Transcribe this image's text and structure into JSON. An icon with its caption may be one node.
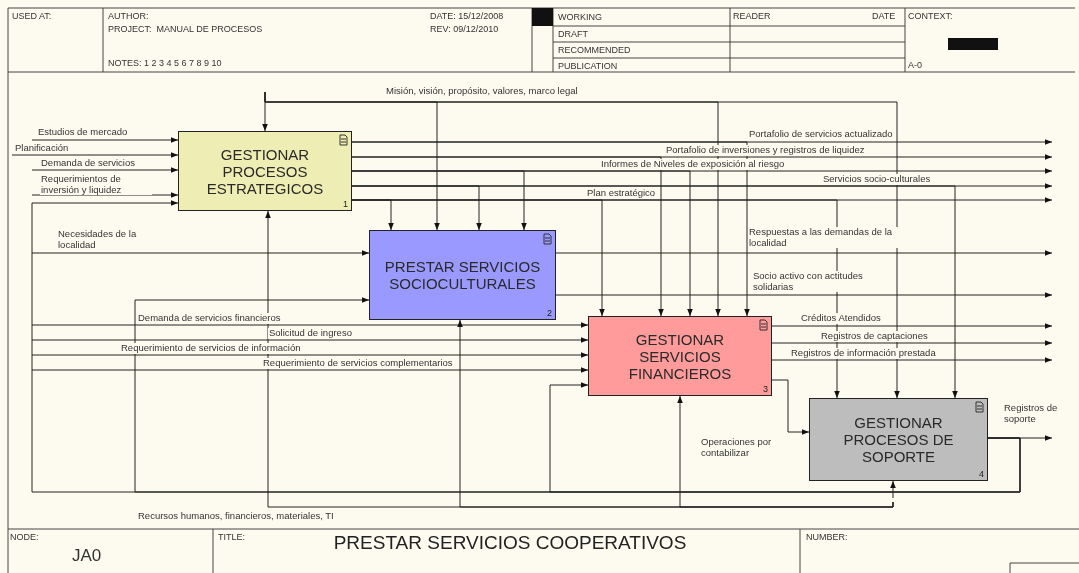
{
  "diagram": {
    "title": "PRESTAR SERVICIOS COOPERATIVOS",
    "nodes": [
      {
        "text": [
          "GESTIONAR PROCESOS ESTRATEGICOS",
          "1"
        ]
      },
      {
        "text": [
          "PRESTAR SERVICIOS SOCIOCULTURALES",
          "2"
        ]
      },
      {
        "text": [
          "GESTIONAR SERVICIOS FINANCIEROS",
          "3"
        ]
      },
      {
        "text": [
          "GESTIONAR PROCESOS DE SOPORTE",
          "4"
        ]
      }
    ],
    "edges": [
      {
        "from": null,
        "to": 0,
        "arrow": "to"
      },
      {
        "from": null,
        "to": 1,
        "arrow": "to",
        "label": "Misión, visión, propósito, valores, marco legal"
      },
      {
        "from": null,
        "to": 2,
        "arrow": "to"
      },
      {
        "from": null,
        "to": 3,
        "arrow": "to"
      },
      {
        "from": null,
        "to": 0,
        "arrow": "to",
        "label": "Estudios de mercado"
      },
      {
        "from": null,
        "to": 0,
        "arrow": "to",
        "label": "Planificación"
      },
      {
        "from": null,
        "to": 0,
        "arrow": "to",
        "label": "Demanda de servicios"
      },
      {
        "from": null,
        "to": 0,
        "arrow": "to",
        "label": "Requerimientos de inversión y liquidez"
      },
      {
        "from": 0,
        "to": null,
        "arrow": "to",
        "label": "Portafolio de servicios actualizado"
      },
      {
        "from": 0,
        "to": 2,
        "arrow": "to"
      },
      {
        "from": 0,
        "to": null,
        "arrow": "to",
        "label": "Portafolio de inversiones y registros de liquidez"
      },
      {
        "from": 0,
        "to": 2,
        "arrow": "to"
      },
      {
        "from": 0,
        "to": null,
        "arrow": "to",
        "label": "Informes de Niveles de exposición al riesgo"
      },
      {
        "from": 0,
        "to": 1,
        "arrow": "to"
      },
      {
        "from": 0,
        "to": 2,
        "arrow": "to"
      },
      {
        "from": 0,
        "to": null,
        "arrow": "to",
        "label": "Servicios socio-culturales"
      },
      {
        "from": 0,
        "to": 1,
        "arrow": "to"
      },
      {
        "from": 0,
        "to": 3,
        "arrow": "to"
      },
      {
        "from": 0,
        "to": null,
        "arrow": "to",
        "label": "Plan estratégico"
      },
      {
        "from": 0,
        "to": 1,
        "arrow": "to"
      },
      {
        "from": 0,
        "to": 2,
        "arrow": "to"
      },
      {
        "from": 0,
        "to": 3,
        "arrow": "to"
      },
      {
        "from": null,
        "to": 1,
        "arrow": "to",
        "label": "Necesidades de la localidad"
      },
      {
        "from": 1,
        "to": null,
        "arrow": "to",
        "label": "Respuestas a las demandas de la localidad"
      },
      {
        "from": 1,
        "to": null,
        "arrow": "to",
        "label": "Socio activo con actitudes solidarias"
      },
      {
        "from": null,
        "to": 2,
        "arrow": "to",
        "label": "Demanda de servicios financieros"
      },
      {
        "from": null,
        "to": 2,
        "arrow": "to",
        "label": "Solicitud de ingreso"
      },
      {
        "from": null,
        "to": 2,
        "arrow": "to",
        "label": "Requerimiento de servicios de información"
      },
      {
        "from": null,
        "to": 2,
        "arrow": "to",
        "label": "Requerimiento de servicios complementarios"
      },
      {
        "from": 2,
        "to": null,
        "arrow": "to",
        "label": "Créditos Atendidos"
      },
      {
        "from": 2,
        "to": null,
        "arrow": "to",
        "label": "Registros de captaciones"
      },
      {
        "from": 2,
        "to": null,
        "arrow": "to",
        "label": "Registros de información prestada"
      },
      {
        "from": 2,
        "to": 3,
        "arrow": "to",
        "label": "Operaciones por contabilizar"
      },
      {
        "from": 3,
        "to": null,
        "arrow": "to",
        "label": "Registros de soporte"
      },
      {
        "from": 3,
        "to": 0,
        "arrow": "to"
      },
      {
        "from": 3,
        "to": 1,
        "arrow": "to"
      },
      {
        "from": 3,
        "to": 2,
        "arrow": "to"
      },
      {
        "from": null,
        "to": 0,
        "arrow": "to",
        "label": "Recursos humanos, financieros, materiales, TI"
      },
      {
        "from": null,
        "to": 1,
        "arrow": "to"
      },
      {
        "from": null,
        "to": 2,
        "arrow": "to"
      },
      {
        "from": null,
        "to": 3,
        "arrow": "to"
      }
    ],
    "labels": [
      "USED AT:",
      "AUTHOR:",
      "PROJECT:  MANUAL DE PROCESOS",
      "NOTES: 1 2 3 4 5 6 7 8 9 10",
      "DATE: 15/12/2008",
      "REV: 09/12/2010",
      "WORKING",
      "DRAFT",
      "RECOMMENDED",
      "PUBLICATION",
      "READER",
      "DATE",
      "CONTEXT:",
      "A-0",
      "NODE:",
      "JA0",
      "TITLE:",
      "NUMBER:"
    ]
  }
}
